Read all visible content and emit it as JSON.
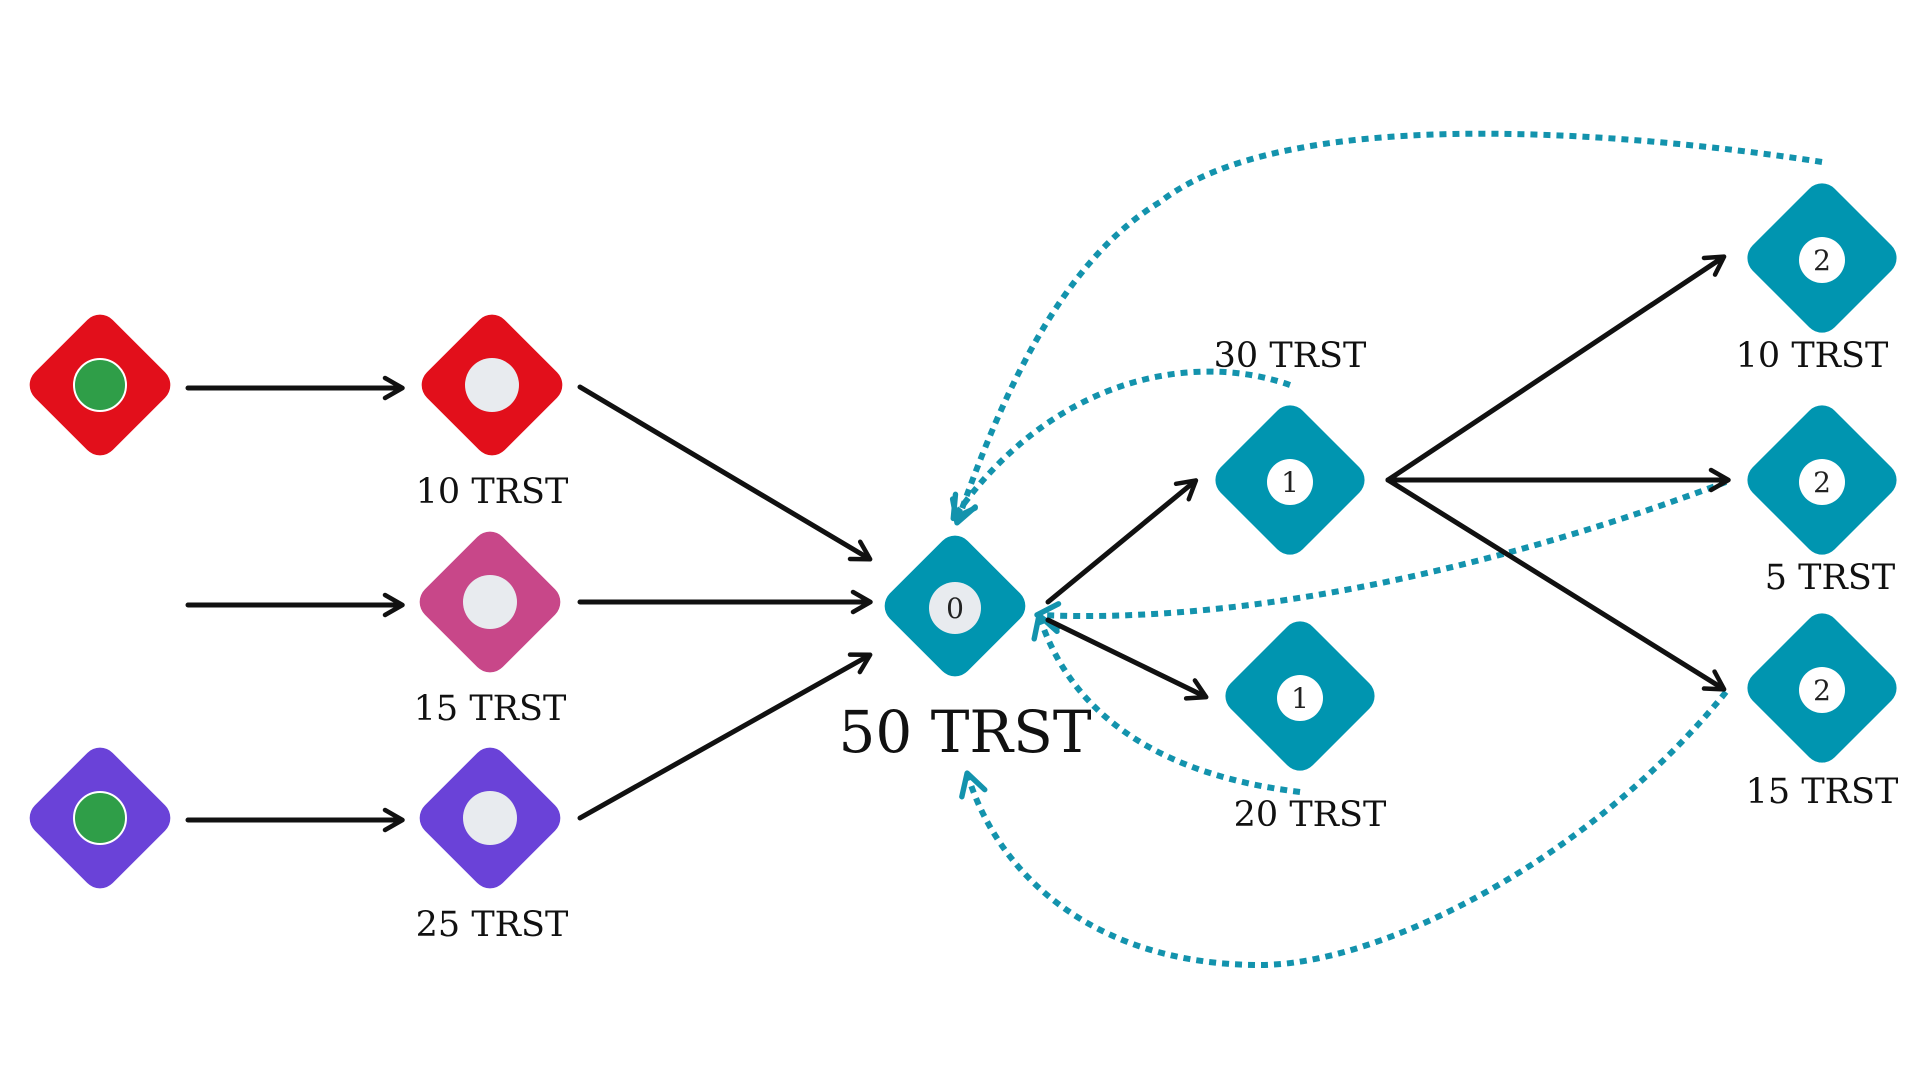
{
  "colors": {
    "red": "#e20f1b",
    "pink": "#c84789",
    "purple": "#6a42d8",
    "teal": "#0095b0",
    "inner_light": "#e8ebef",
    "inner_white": "#ffffff",
    "dot_green": "#2f9e48",
    "edge_black": "#111111",
    "edge_dotted": "#1393ad"
  },
  "sources": [
    {
      "id": "src-red",
      "color": "red",
      "dot": "green"
    },
    {
      "id": "src-purple",
      "color": "purple",
      "dot": "green"
    }
  ],
  "inputs": [
    {
      "id": "in-red",
      "color": "red",
      "label": "10 TRST"
    },
    {
      "id": "in-pink",
      "color": "pink",
      "label": "15 TRST"
    },
    {
      "id": "in-purple",
      "color": "purple",
      "label": "25 TRST"
    }
  ],
  "center": {
    "id": "center",
    "color": "teal",
    "number": "0",
    "label": "50 TRST"
  },
  "level1": [
    {
      "id": "l1-top",
      "color": "teal",
      "number": "1",
      "label": "30 TRST"
    },
    {
      "id": "l1-bottom",
      "color": "teal",
      "number": "1",
      "label": "20 TRST"
    }
  ],
  "level2": [
    {
      "id": "l2-top",
      "color": "teal",
      "number": "2",
      "label": "10 TRST"
    },
    {
      "id": "l2-mid",
      "color": "teal",
      "number": "2",
      "label": "5 TRST"
    },
    {
      "id": "l2-bottom",
      "color": "teal",
      "number": "2",
      "label": "15 TRST"
    }
  ]
}
